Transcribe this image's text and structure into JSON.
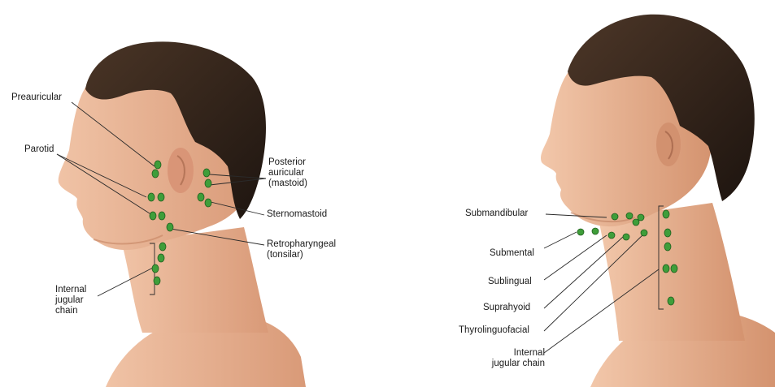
{
  "colors": {
    "skin": "#e8b394",
    "skin_shadow": "#c98a6a",
    "hair": "#2c2019",
    "node": "#3f9e3a",
    "node_edge": "#1f5e1d",
    "line": "#2a2a2a"
  },
  "left_figure": {
    "labels": {
      "preauricular": "Preauricular",
      "parotid": "Parotid",
      "posterior_auricular": "Posterior\nauricular\n(mastoid)",
      "sternomastoid": "Sternomastoid",
      "retropharyngeal": "Retropharyngeal\n(tonsilar)",
      "internal_jugular": "Internal\njugular\nchain"
    }
  },
  "right_figure": {
    "labels": {
      "submandibular": "Submandibular",
      "submental": "Submental",
      "sublingual": "Sublingual",
      "suprahyoid": "Suprahyoid",
      "thyrolinguofacial": "Thyrolinguofacial",
      "internal_jugular": "Internal\njugular chain"
    }
  }
}
